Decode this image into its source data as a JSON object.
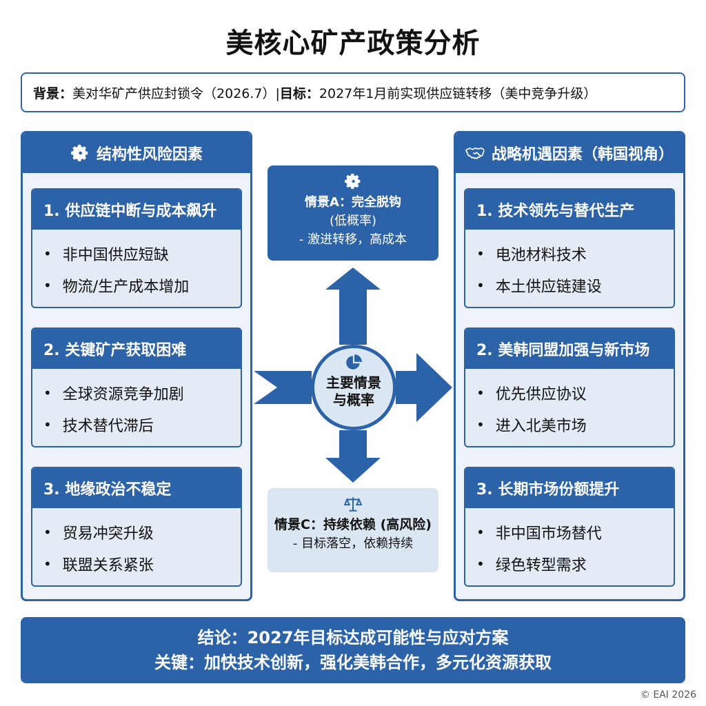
{
  "title": "美核心矿产政策分析",
  "background_bar": {
    "label1": "背景：",
    "text1": "美对华矿产供应封锁令（2026.7）| ",
    "label2": "目标：",
    "text2": "2027年1月前实现供应链转移（美中竞争升级）"
  },
  "left_panel": {
    "title": "结构性风险因素",
    "icon": "gear-icon",
    "cards": [
      {
        "title": "1. 供应链中断与成本飙升",
        "items": [
          "非中国供应短缺",
          "物流/生产成本增加"
        ]
      },
      {
        "title": "2. 关键矿产获取困难",
        "items": [
          "全球资源竞争加剧",
          "技术替代滞后"
        ]
      },
      {
        "title": "3. 地缘政治不稳定",
        "items": [
          "贸易冲突升级",
          "联盟关系紧张"
        ]
      }
    ]
  },
  "right_panel": {
    "title": "战略机遇因素（韩国视角）",
    "icon": "handshake-icon",
    "cards": [
      {
        "title": "1. 技术领先与替代生产",
        "items": [
          "电池材料技术",
          "本土供应链建设"
        ]
      },
      {
        "title": "2. 美韩同盟加强与新市场",
        "items": [
          "优先供应协议",
          "进入北美市场"
        ]
      },
      {
        "title": "3. 长期市场份额提升",
        "items": [
          "非中国市场替代",
          "绿色转型需求"
        ]
      }
    ]
  },
  "scenario_a": {
    "icon": "gear-icon",
    "line1": "情景A：完全脱钩",
    "line2": "(低概率)",
    "line3": "- 激进转移，高成本"
  },
  "center": {
    "icon": "pie-chart-icon",
    "line1": "主要情景",
    "line2": "与概率"
  },
  "scenario_c": {
    "icon": "scales-icon",
    "line1": "情景C：持续依赖 (高风险)",
    "line2": "- 目标落空，依赖持续"
  },
  "conclusion": {
    "line1": "结论：2027年目标达成可能性与应对方案",
    "line2": "关键：加快技术创新，强化美韩合作，多元化资源获取"
  },
  "copyright": "© EAI 2026",
  "colors": {
    "primary": "#2c63a8",
    "light": "#dbe6f3",
    "panel_bg": "#eef3fa"
  }
}
